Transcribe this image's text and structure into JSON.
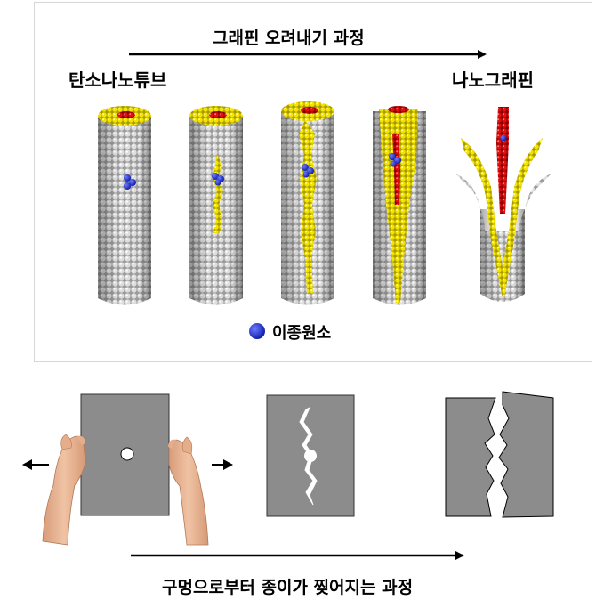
{
  "top": {
    "process_label": "그래핀 오려내기 과정",
    "start_label": "탄소나노튜브",
    "end_label": "나노그래핀",
    "legend_label": "이종원소"
  },
  "bottom": {
    "process_label": "구멍으로부터 종이가 찢어지는 과정"
  },
  "colors": {
    "carbon": "#c8c8c8",
    "cut_edge": "#f0e000",
    "oxygen": "#e01010",
    "heteroatom": "#0a1aa8",
    "paper": "#8c8c8c",
    "tear": "#ffffff",
    "hand": "#e7b18e"
  }
}
